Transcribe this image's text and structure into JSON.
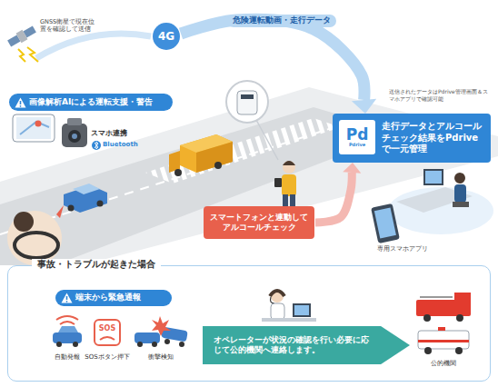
{
  "diagram": {
    "nodes": [
      {
        "text": [
          "4G"
        ]
      },
      {
        "text": [
          "画像解析AIによる運転支援・警告"
        ]
      },
      {
        "text": [
          "走行データとアルコールチェック結果をPdriveで一元管理"
        ]
      },
      {
        "text": [
          "Pd",
          "Pdrive"
        ],
        "in": 2
      },
      {
        "text": [
          "スマートフォンと連動してアルコールチェック"
        ]
      },
      {
        "text": [
          "事故・トラブルが起きた場合"
        ]
      },
      {
        "text": [
          "端末から緊急通報"
        ],
        "in": 5
      },
      {
        "text": [
          "オペレーターが状況の確認を行い必要に応じて公的機関へ連絡します。"
        ],
        "in": 5
      }
    ],
    "edges": [
      {
        "from": 0,
        "to": 2,
        "label": "危険運転動画・走行データ",
        "arrow": "to"
      },
      {
        "from": 4,
        "to": 2,
        "arrow": "to"
      }
    ],
    "labels": [
      "GNSS衛星で現在位置を確認して送信",
      "スマホ連携",
      "Bluetooth",
      "送信されたデータはPdrive管理画面＆スマホアプリで確認可能",
      "専用スマホアプリ",
      "自動発報",
      "SOS",
      "SOSボタン押下",
      "衝撃検知",
      "公的機関"
    ]
  }
}
